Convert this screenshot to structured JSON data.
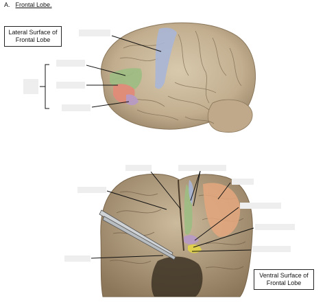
{
  "heading": {
    "number": "A.",
    "title": "Frontal Lobe."
  },
  "captions": {
    "lateral": [
      "Lateral Surface of",
      "Frontal Lobe"
    ],
    "ventral": [
      "Ventral Surface of",
      "Frontal Lobe"
    ]
  },
  "colors": {
    "precentral_blue": "#a9b6d6",
    "green_region": "#9cbd82",
    "orbital_red": "#e08a78",
    "purple_region": "#b79ac4",
    "orange_region": "#e4a77e",
    "yellow_region": "#e0d24a",
    "brain_tissue": "#c9b89c",
    "label_blank": "#eeeeee"
  }
}
